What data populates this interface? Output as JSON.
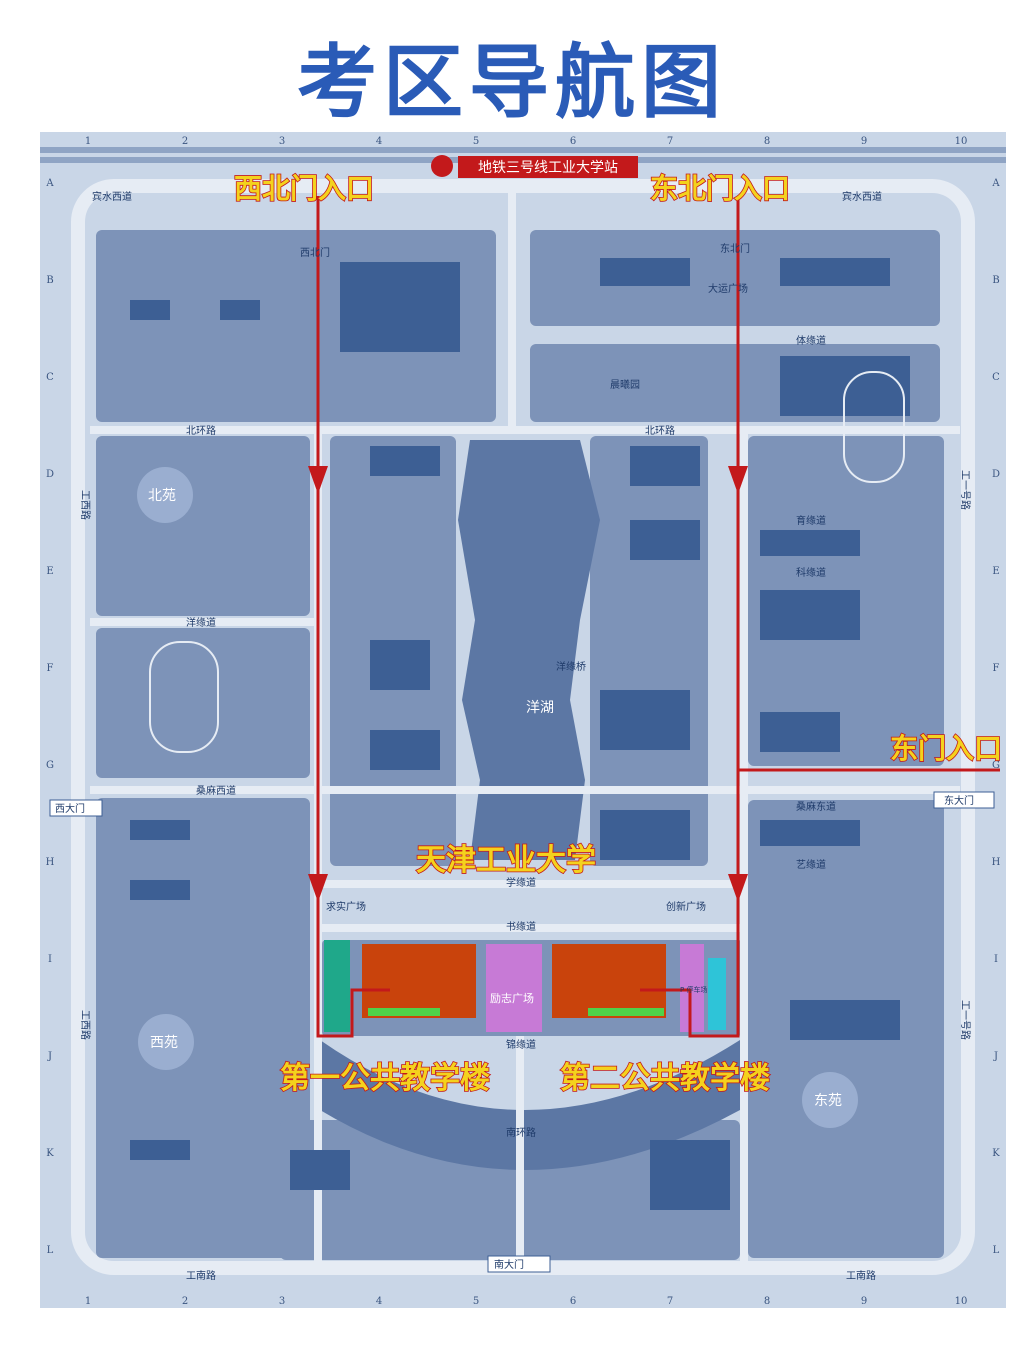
{
  "title": "考区导航图",
  "colors": {
    "title": "#2a5bb7",
    "block": "#7d93b8",
    "road": "#e6ecf4",
    "building": "#3d5f94",
    "route": "#c3191b",
    "callout": "#f4d21d",
    "venue": "#c9430c",
    "plaza": "#c77ad6",
    "highlight": "#1fa88a"
  },
  "grid": {
    "cols": [
      "1",
      "2",
      "3",
      "4",
      "5",
      "6",
      "7",
      "8",
      "9",
      "10"
    ],
    "rows": [
      "A",
      "B",
      "C",
      "D",
      "E",
      "F",
      "G",
      "H",
      "I",
      "J",
      "K",
      "L"
    ]
  },
  "callouts": {
    "northwest": "西北门入口",
    "northeast": "东北门入口",
    "east": "东门入口",
    "campus": "天津工业大学",
    "building1": "第一公共教学楼",
    "building2": "第二公共教学楼"
  },
  "metro": "地铁三号线工业大学站",
  "gates": {
    "nw": "西北门",
    "ne": "东北门",
    "west": "西大门",
    "east": "东大门",
    "south": "南大门"
  },
  "roads": {
    "binshui_w": "宾水西道",
    "binshui_e": "宾水西道",
    "beihuan_w": "北环路",
    "beihuan_e": "北环路",
    "gongxi_n": "工西路",
    "gongxi_s": "工西路",
    "gongyi_n": "工一号路",
    "gongyi_s": "工一号路",
    "gongnan_w": "工南路",
    "gongnan_e": "工南路",
    "yangyuan": "洋缘道",
    "sangma_w": "桑麻西道",
    "sangma_e": "桑麻东道",
    "xueyuan": "学缘道",
    "shuyuan": "书缘道",
    "jinyuan": "锦缘道",
    "nanhuan": "南环路",
    "tiyuan": "体缘道",
    "yuyuan": "育缘道",
    "keyuan": "科缘道",
    "yiyuan": "艺缘道",
    "yangyuanqiao": "洋缘桥",
    "yanghu": "洋湖"
  },
  "areas": {
    "beiyuan": "北苑",
    "xiyuan": "西苑",
    "dongyuan": "东苑",
    "dayun": "大运广场",
    "chenxi": "晨曦园",
    "qiushi": "求实广场",
    "chuangxin": "创新广场",
    "lizhi": "励志广场",
    "parking": "P 停车场"
  }
}
